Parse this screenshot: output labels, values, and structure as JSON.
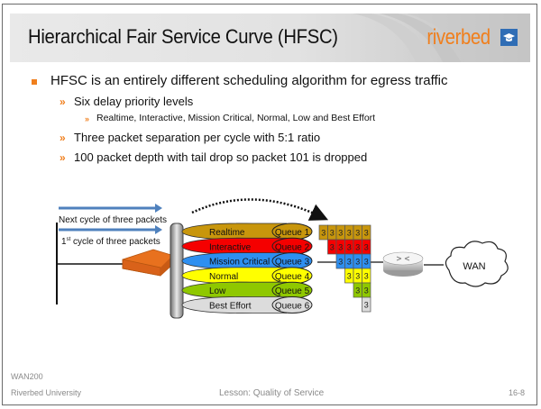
{
  "slide": {
    "title": "Hierarchical Fair Service Curve (HFSC)",
    "logo_text": "riverbed",
    "logo_icon": "graduation-cap-icon"
  },
  "bullets": {
    "main": "HFSC is an entirely different scheduling algorithm for egress traffic",
    "sub1": "Six delay priority levels",
    "sub1_detail": "Realtime, Interactive, Mission Critical, Normal, Low and Best Effort",
    "sub2": "Three packet separation per cycle with 5:1 ratio",
    "sub3": "100 packet depth with tail drop so packet 101 is dropped",
    "chevron": "»"
  },
  "diagram": {
    "arrow_next_label": "Next cycle of three packets",
    "arrow_first_label_prefix": "1",
    "arrow_first_label_sup": "st",
    "arrow_first_label_suffix": " cycle of three packets",
    "queues": [
      {
        "name": "Realtime",
        "queue": "Queue 1",
        "color": "#c8960c",
        "packets": 6
      },
      {
        "name": "Interactive",
        "queue": "Queue 2",
        "color": "#f50000",
        "packets": 5
      },
      {
        "name": "Mission Critical",
        "queue": "Queue 3",
        "color": "#2e8ff0",
        "packets": 4
      },
      {
        "name": "Normal",
        "queue": "Queue 4",
        "color": "#ffff00",
        "packets": 3
      },
      {
        "name": "Low",
        "queue": "Queue 5",
        "color": "#8fc800",
        "packets": 2
      },
      {
        "name": "Best Effort",
        "queue": "Queue 6",
        "color": "#dcdcdc",
        "packets": 1
      }
    ],
    "packet_label": "3",
    "wan_label": "WAN"
  },
  "footer": {
    "course": "WAN200",
    "org": "Riverbed University",
    "lesson": "Lesson: Quality of Service",
    "page": "16-8"
  }
}
